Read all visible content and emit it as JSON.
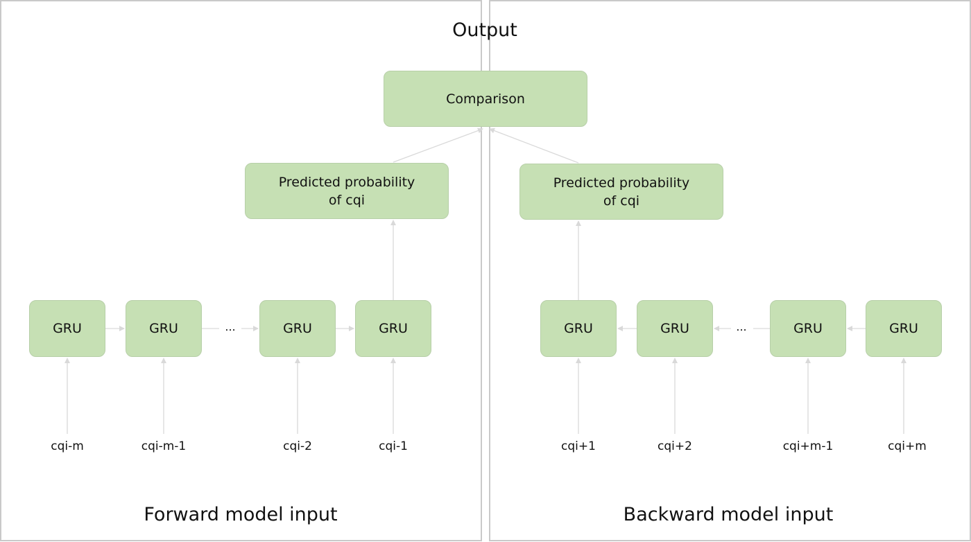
{
  "output_title": "Output",
  "comparison": "Comparison",
  "predicted_forward": "Predicted probability\nof cqi",
  "predicted_backward": "Predicted probability\nof cqi",
  "forward": {
    "caption": "Forward model input",
    "gru_labels": [
      "GRU",
      "GRU",
      "GRU",
      "GRU"
    ],
    "inputs": [
      "cqi-m",
      "cqi-m-1",
      "cqi-2",
      "cqi-1"
    ],
    "ellipsis": "..."
  },
  "backward": {
    "caption": "Backward model input",
    "gru_labels": [
      "GRU",
      "GRU",
      "GRU",
      "GRU"
    ],
    "inputs": [
      "cqi+1",
      "cqi+2",
      "cqi+m-1",
      "cqi+m"
    ],
    "ellipsis": "..."
  },
  "colors": {
    "node_fill": "#c6e0b4",
    "node_border": "#b7cfa8",
    "edge": "#d9d9d9",
    "panel_border": "#c9c9c9"
  }
}
